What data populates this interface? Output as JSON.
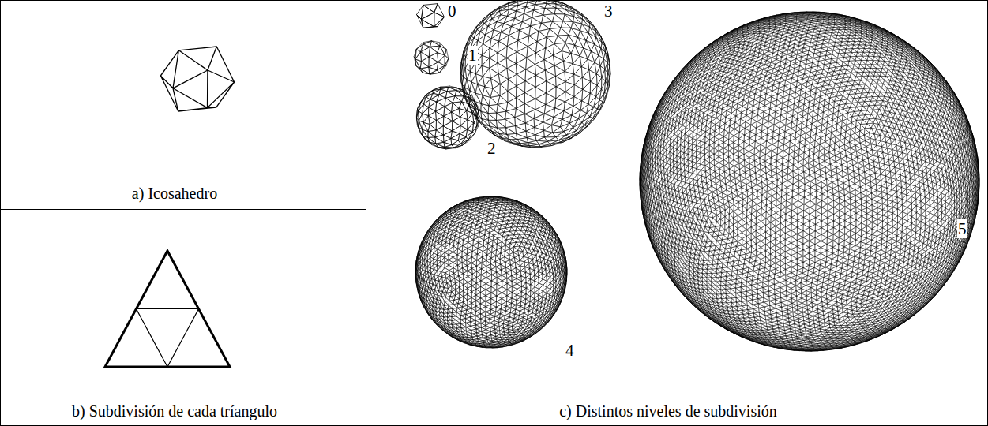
{
  "diagram": {
    "nodes": [
      {
        "text": [
          "a) Icosahedro"
        ]
      },
      {
        "text": [
          "b) Subdivisión de cada tríangulo"
        ]
      },
      {
        "text": [
          "c) Distintos niveles de subdivisión"
        ]
      }
    ],
    "labels": [
      "0",
      "1",
      "2",
      "3",
      "4",
      "5"
    ]
  }
}
